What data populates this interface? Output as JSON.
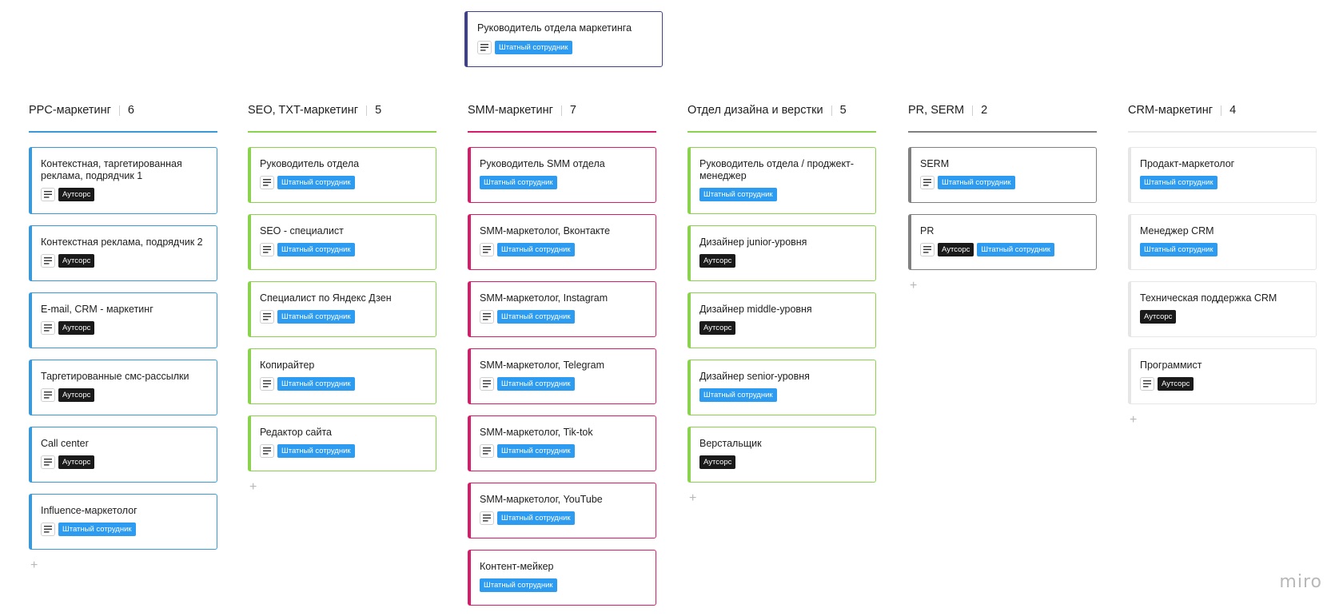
{
  "colors": {
    "head": "#3f3f8f",
    "staff_tag": "#2d9bf0",
    "outsource_tag": "#1a1a1a"
  },
  "head_card": {
    "title": "Руководитель отдела маркетинга",
    "tags": [
      {
        "label": "Штатный сотрудник",
        "kind": "staff"
      }
    ]
  },
  "columns": [
    {
      "title": "PPC-маркетинг",
      "count": "6",
      "color": "#3a9ad9",
      "cards": [
        {
          "title": "Контекстная, таргетированная реклама, подрядчик 1",
          "tall": true,
          "tags": [
            {
              "label": "Аутсорс",
              "kind": "outsource"
            }
          ]
        },
        {
          "title": "Контекстная реклама, подрядчик 2",
          "tags": [
            {
              "label": "Аутсорс",
              "kind": "outsource"
            }
          ]
        },
        {
          "title": "E-mail, CRM - маркетинг",
          "tags": [
            {
              "label": "Аутсорс",
              "kind": "outsource"
            }
          ]
        },
        {
          "title": "Таргетированные смс-рассылки",
          "tags": [
            {
              "label": "Аутсорс",
              "kind": "outsource"
            }
          ]
        },
        {
          "title": "Call center",
          "tags": [
            {
              "label": "Аутсорс",
              "kind": "outsource"
            }
          ]
        },
        {
          "title": "Influence-маркетолог",
          "tags": [
            {
              "label": "Штатный сотрудник",
              "kind": "staff"
            }
          ]
        }
      ]
    },
    {
      "title": "SEO, TXT-маркетинг",
      "count": "5",
      "color": "#8bd34f",
      "cards": [
        {
          "title": "Руководитель отдела",
          "tags": [
            {
              "label": "Штатный сотрудник",
              "kind": "staff"
            }
          ]
        },
        {
          "title": "SEO - специалист",
          "tags": [
            {
              "label": "Штатный сотрудник",
              "kind": "staff"
            }
          ]
        },
        {
          "title": "Специалист по Яндекс Дзен",
          "tags": [
            {
              "label": "Штатный сотрудник",
              "kind": "staff"
            }
          ]
        },
        {
          "title": "Копирайтер",
          "tags": [
            {
              "label": "Штатный сотрудник",
              "kind": "staff"
            }
          ]
        },
        {
          "title": "Редактор сайта",
          "tags": [
            {
              "label": "Штатный сотрудник",
              "kind": "staff"
            }
          ]
        }
      ]
    },
    {
      "title": "SMM-маркетинг",
      "count": "7",
      "color": "#d81b6a",
      "cards": [
        {
          "title": "Руководитель SMM отдела",
          "no_icon": true,
          "tags": [
            {
              "label": "Штатный сотрудник",
              "kind": "staff"
            }
          ]
        },
        {
          "title": "SMM-маркетолог, Вконтакте",
          "tags": [
            {
              "label": "Штатный сотрудник",
              "kind": "staff"
            }
          ]
        },
        {
          "title": "SMM-маркетолог, Instagram",
          "tags": [
            {
              "label": "Штатный сотрудник",
              "kind": "staff"
            }
          ]
        },
        {
          "title": "SMM-маркетолог, Telegram",
          "tags": [
            {
              "label": "Штатный сотрудник",
              "kind": "staff"
            }
          ]
        },
        {
          "title": "SMM-маркетолог, Tik-tok",
          "tags": [
            {
              "label": "Штатный сотрудник",
              "kind": "staff"
            }
          ]
        },
        {
          "title": "SMM-маркетолог, YouTube",
          "tags": [
            {
              "label": "Штатный сотрудник",
              "kind": "staff"
            }
          ]
        },
        {
          "title": "Контент-мейкер",
          "no_icon": true,
          "tags": [
            {
              "label": "Штатный сотрудник",
              "kind": "staff"
            }
          ]
        }
      ]
    },
    {
      "title": "Отдел дизайна и верстки",
      "count": "5",
      "color": "#8bd34f",
      "cards": [
        {
          "title": "Руководитель отдела / проджект-менеджер",
          "tall": true,
          "no_icon": true,
          "tags": [
            {
              "label": "Штатный сотрудник",
              "kind": "staff"
            }
          ]
        },
        {
          "title": "Дизайнер junior-уровня",
          "no_icon": true,
          "tags": [
            {
              "label": "Аутсорс",
              "kind": "outsource"
            }
          ]
        },
        {
          "title": "Дизайнер middle-уровня",
          "no_icon": true,
          "tags": [
            {
              "label": "Аутсорс",
              "kind": "outsource"
            }
          ]
        },
        {
          "title": "Дизайнер senior-уровня",
          "no_icon": true,
          "tags": [
            {
              "label": "Штатный сотрудник",
              "kind": "staff"
            }
          ]
        },
        {
          "title": "Верстальщик",
          "no_icon": true,
          "tags": [
            {
              "label": "Аутсорс",
              "kind": "outsource"
            }
          ]
        }
      ]
    },
    {
      "title": "PR, SERM",
      "count": "2",
      "color": "#808080",
      "cards": [
        {
          "title": "SERM",
          "tags": [
            {
              "label": "Штатный сотрудник",
              "kind": "staff"
            }
          ]
        },
        {
          "title": "PR",
          "tags": [
            {
              "label": "Аутсорс",
              "kind": "outsource"
            },
            {
              "label": "Штатный сотрудник",
              "kind": "staff"
            }
          ]
        }
      ]
    },
    {
      "title": "CRM-маркетинг",
      "count": "4",
      "color": "#e8e8e8",
      "cards": [
        {
          "title": "Продакт-маркетолог",
          "no_icon": true,
          "tags": [
            {
              "label": "Штатный сотрудник",
              "kind": "staff"
            }
          ]
        },
        {
          "title": "Менеджер CRM",
          "no_icon": true,
          "tags": [
            {
              "label": "Штатный сотрудник",
              "kind": "staff"
            }
          ]
        },
        {
          "title": "Техническая поддержка CRM",
          "no_icon": true,
          "tags": [
            {
              "label": "Аутсорс",
              "kind": "outsource"
            }
          ]
        },
        {
          "title": "Программист",
          "tags": [
            {
              "label": "Аутсорс",
              "kind": "outsource"
            }
          ]
        }
      ]
    }
  ],
  "add_symbol": "+",
  "logo": "miro"
}
